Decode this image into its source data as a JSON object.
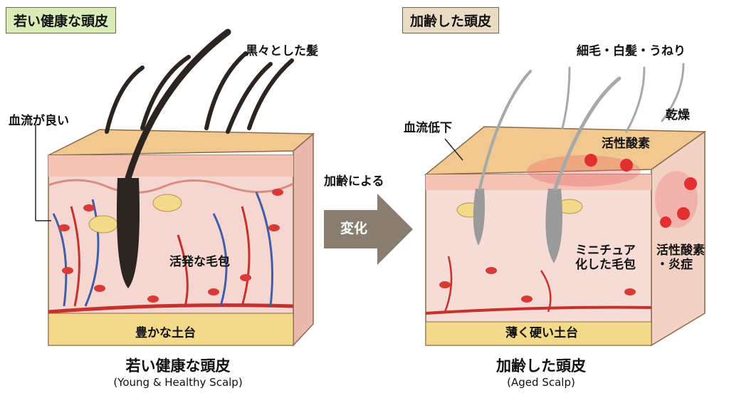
{
  "young": {
    "tag": "若い健康な頭皮",
    "labels": {
      "hair": "黒々とした髪",
      "blood": "血流が良い",
      "follicle": "活発な毛包",
      "base": "豊かな土台"
    },
    "caption_jp": "若い健康な頭皮",
    "caption_en": "(Young & Healthy Scalp)"
  },
  "arrow": {
    "top_label": "加齢による",
    "label": "変化"
  },
  "aged": {
    "tag": "加齢した頭皮",
    "labels": {
      "hair": "細毛・白髪・うねり",
      "dry": "乾燥",
      "blood": "血流低下",
      "ros": "活性酸素",
      "follicle": "ミニチュア\n化した毛包",
      "ros_inflam": "活性酸素\n・炎症",
      "base": "薄く硬い土台"
    },
    "caption_jp": "加齢した頭皮",
    "caption_en": "(Aged Scalp)"
  },
  "colors": {
    "young_tag_bg": "#d9ecb8",
    "aged_tag_bg": "#eadcc4",
    "arrow": "#8a7e70",
    "skin_top": "#f1c890",
    "dermis": "#f6d6d0",
    "fat": "#f3d98a",
    "artery": "#c8302c",
    "vein": "#3e5fa8"
  }
}
